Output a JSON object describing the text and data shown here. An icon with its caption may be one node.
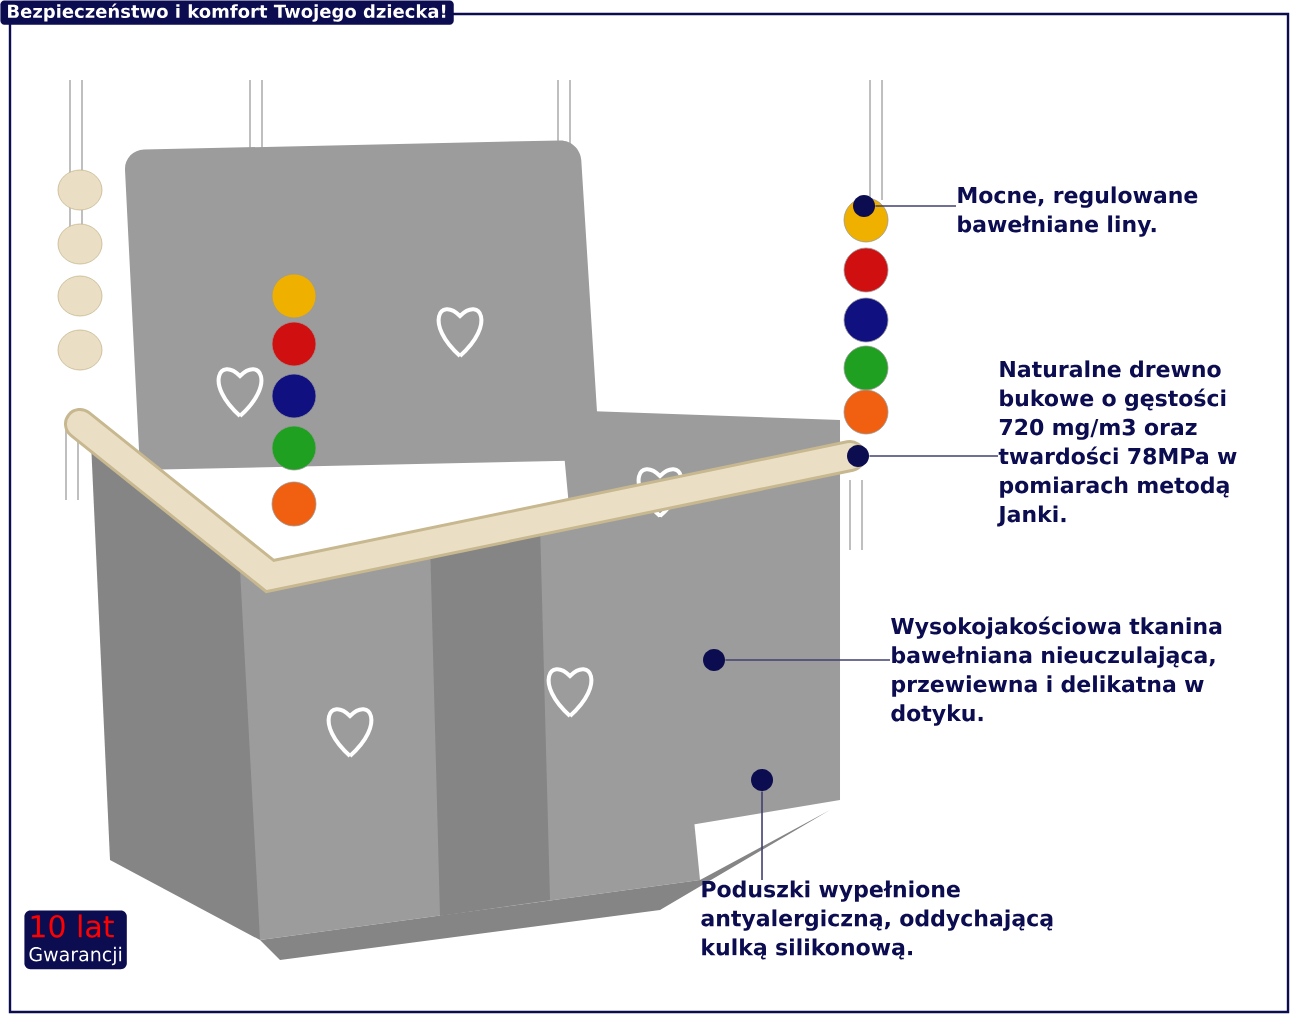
{
  "diagram": {
    "title": "Bezpieczeństwo i komfort Twojego dziecka!",
    "nodes": [
      {
        "text": [
          "Mocne, regulowane bawełniane liny."
        ]
      },
      {
        "text": [],
        "shape": "circle"
      },
      {
        "text": [
          "Naturalne drewno bukowe o gęstości 720 mg/m3 oraz twardości 78MPa w pomiarach metodą Janki."
        ]
      },
      {
        "text": [],
        "shape": "circle"
      },
      {
        "text": [
          "Wysokojakościowa tkanina bawełniana nieuczulająca, przewiewna i delikatna w dotyku."
        ]
      },
      {
        "text": [],
        "shape": "circle"
      },
      {
        "text": [
          "Poduszki wypełnione antyalergiczną, oddychającą kulką silikonową."
        ]
      },
      {
        "text": [],
        "shape": "circle"
      },
      {
        "text": [
          "10 lat",
          "Gwarancji"
        ]
      }
    ],
    "edges": [
      {
        "from": 0,
        "to": 1,
        "arrow": "none"
      },
      {
        "from": 2,
        "to": 3,
        "arrow": "none"
      },
      {
        "from": 4,
        "to": 5,
        "arrow": "none"
      },
      {
        "from": 6,
        "to": 7,
        "arrow": "none"
      }
    ]
  }
}
